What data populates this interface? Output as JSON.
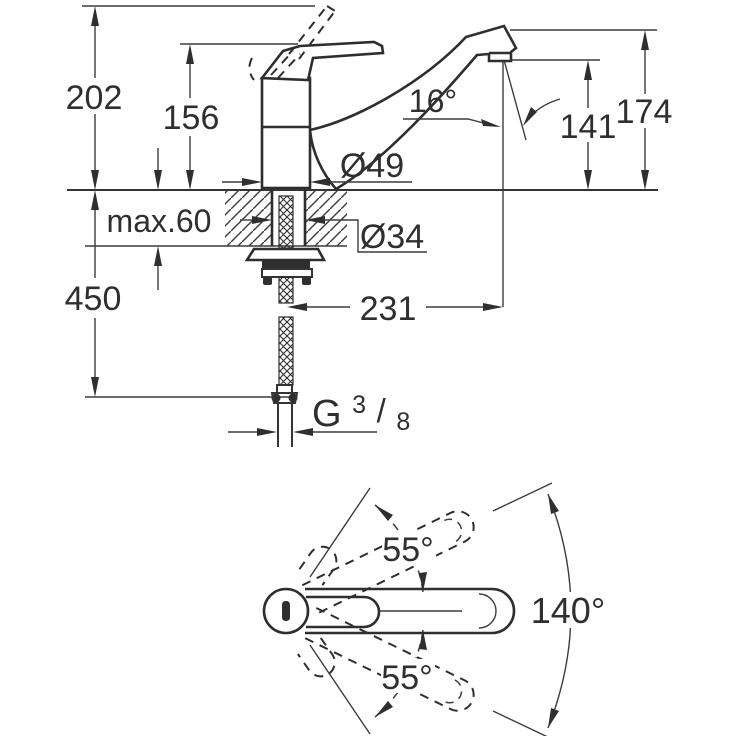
{
  "drawing_title": "faucet-dimensional-drawing",
  "side_view": {
    "labels": {
      "height_total": "202",
      "height_to_spout": "156",
      "mounting_thickness": "max.60",
      "hose_length": "450",
      "base_diameter": "Ø49",
      "hole_diameter": "Ø34",
      "stream_angle": "16°",
      "outlet_height": "141",
      "spout_top_height": "174",
      "spout_reach": "231",
      "thread_letter": "G",
      "thread_numerator": "3",
      "thread_slash": "/",
      "thread_denominator": "8"
    }
  },
  "top_view": {
    "labels": {
      "swivel_upper": "55°",
      "swivel_total": "140°",
      "swivel_lower": "55°"
    }
  },
  "colors": {
    "ink": "#2f2f2f",
    "line": "#3c3c3c",
    "background": "#ffffff"
  }
}
